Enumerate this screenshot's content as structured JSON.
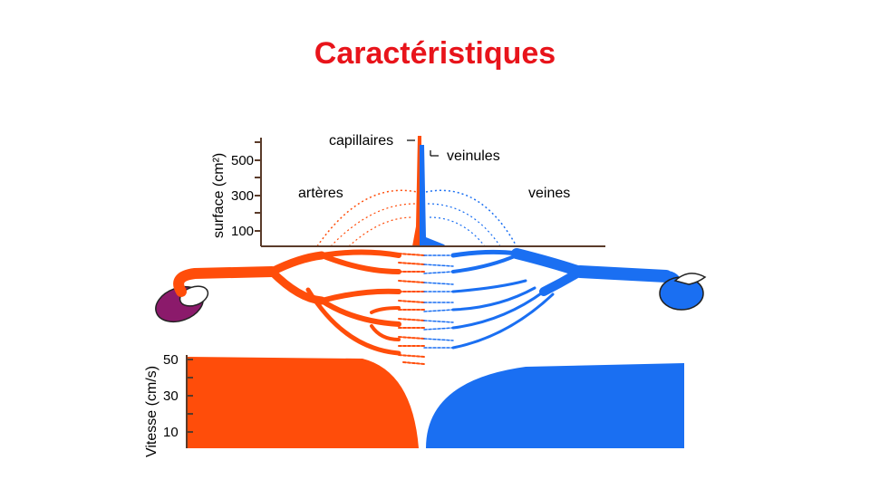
{
  "title": "Caractéristiques",
  "colors": {
    "title": "#e8141b",
    "arterial": "#ff4d0a",
    "venous": "#1a6ff2",
    "heart_left": "#8b1a6b"
  },
  "labels": {
    "capillaires": "capillaires",
    "veinules": "veinules",
    "arteres": "artères",
    "veines": "veines"
  },
  "top_chart": {
    "ylabel": "surface (cm²)",
    "ticks": [
      "500",
      "300",
      "100"
    ]
  },
  "bottom_chart": {
    "ylabel": "Vitesse (cm/s)",
    "ticks": [
      "50",
      "30",
      "10"
    ]
  }
}
